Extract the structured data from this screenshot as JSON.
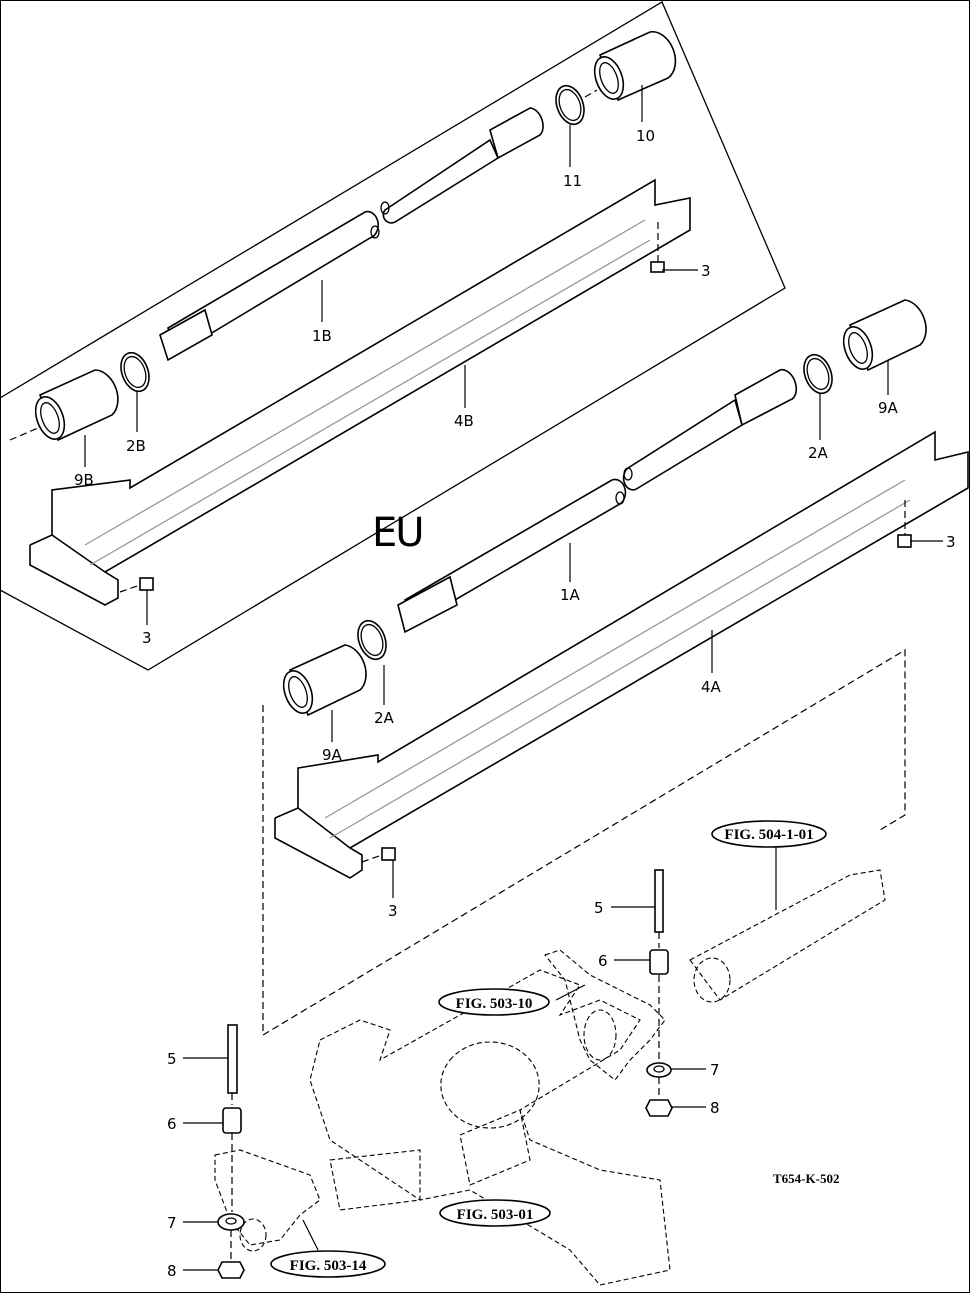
{
  "diagram": {
    "region_label": "EU",
    "drawing_code": "T654-K-502",
    "callouts": {
      "shaft_b": "1B",
      "ring_b": "2B",
      "bolt_b_right": "3",
      "bolt_b_left": "3",
      "channel_b": "4B",
      "bearing_b": "9B",
      "bearing_10": "10",
      "ring_11": "11",
      "shaft_a": "1A",
      "ring_a_right": "2A",
      "ring_a_left": "2A",
      "bolt_a_right": "3",
      "bolt_a_left": "3",
      "channel_a": "4A",
      "bearing_a_right": "9A",
      "bearing_a_left": "9A",
      "stud_right": "5",
      "collar_right": "6",
      "washer_right": "7",
      "nut_right": "8",
      "stud_left": "5",
      "collar_left": "6",
      "washer_left": "7",
      "nut_left": "8"
    },
    "figure_refs": {
      "drive_shaft": "FIG. 504-1-01",
      "right_bracket": "FIG. 503-10",
      "axle_housing": "FIG. 503-01",
      "left_bracket": "FIG. 503-14"
    }
  }
}
